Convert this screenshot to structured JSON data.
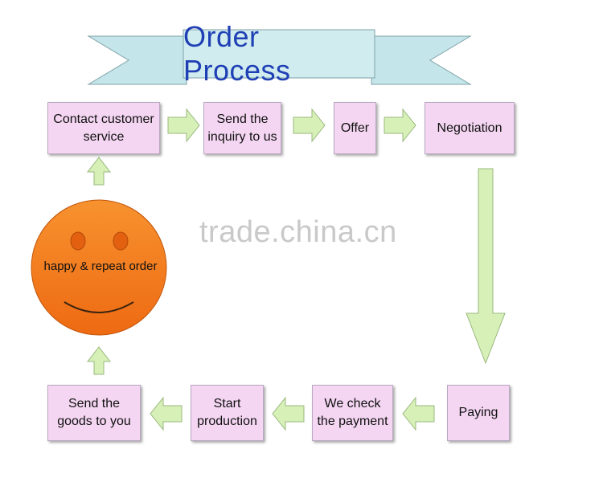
{
  "title": "Order Process",
  "steps": {
    "contact": "Contact customer service",
    "inquiry": "Send the inquiry to us",
    "offer": "Offer",
    "negotiation": "Negotiation",
    "paying": "Paying",
    "check_payment": "We check the payment",
    "start_production": "Start production",
    "send_goods": "Send the goods to you"
  },
  "smiley_text": "happy & repeat order",
  "watermark": "trade.china.cn",
  "colors": {
    "box_fill": "#f4d6f2",
    "arrow_fill": "#d6f0b8",
    "banner_fill": "#c4e6ea",
    "title_color": "#1f3fb5",
    "smiley_fill": "#f27a1e"
  }
}
